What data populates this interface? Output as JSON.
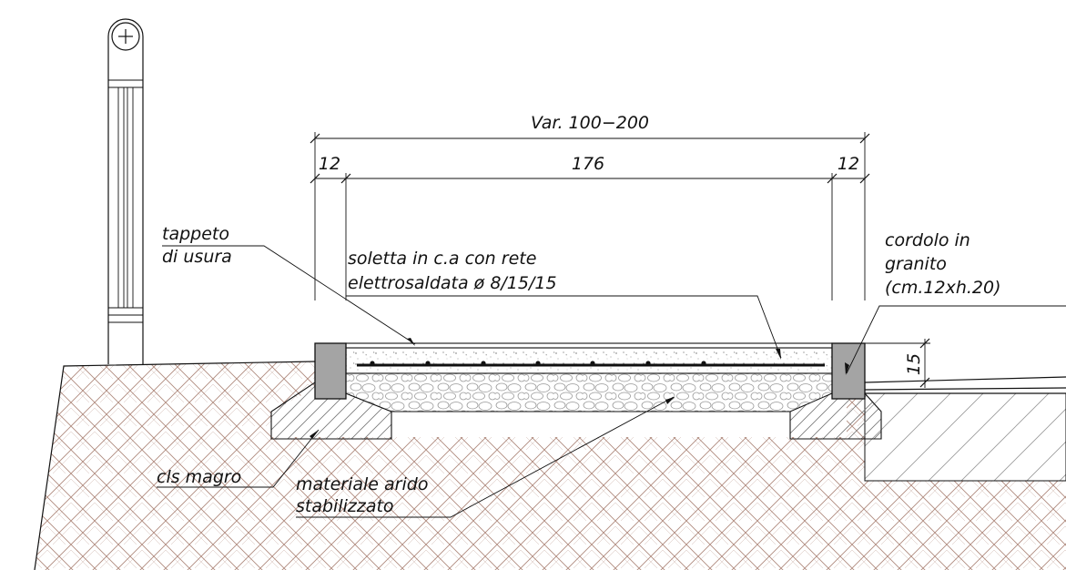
{
  "dimensions": {
    "total": "Var. 100−200",
    "left_curb": "12",
    "deck": "176",
    "right_curb": "12",
    "curb_height": "15"
  },
  "labels": {
    "wearing_course": [
      "tappeto",
      "di usura"
    ],
    "slab": [
      "soletta in c.a con rete",
      "elettrosaldata ø 8/15/15"
    ],
    "curb": [
      "cordolo in",
      "granito",
      "(cm.12xh.20)"
    ],
    "lean_concrete": "cls magro",
    "aggregate": [
      "materiale arido",
      "stabilizzato"
    ]
  },
  "colors": {
    "soil_hatch": "#b08a7e",
    "curb_fill": "#a4a4a4",
    "line": "#111111"
  }
}
